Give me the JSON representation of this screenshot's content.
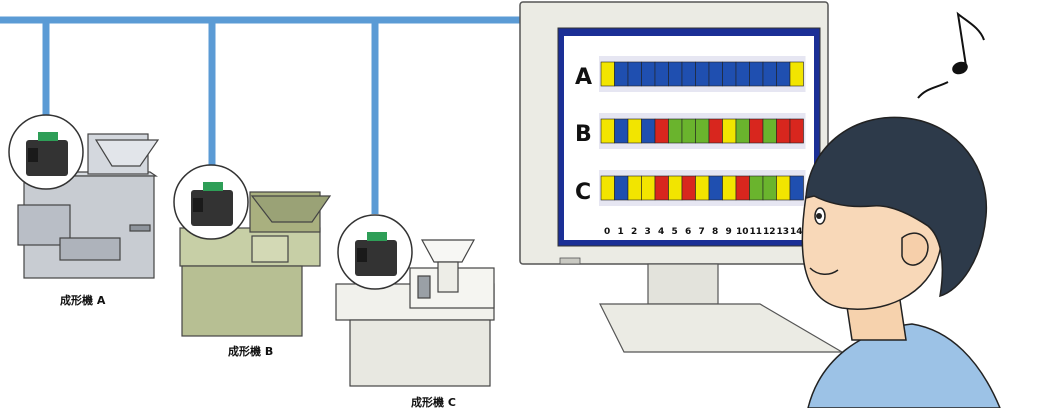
{
  "machines": [
    {
      "label": "成形機 A"
    },
    {
      "label": "成形機 B"
    },
    {
      "label": "成形機 C"
    }
  ],
  "colors": {
    "network": "#5b9bd5",
    "yellow": "#f2e500",
    "blue": "#1f4fb0",
    "green": "#6ab42d",
    "red": "#d8261e",
    "sensor": "#333333",
    "sensor_top": "#2e9e57"
  },
  "chart_data": {
    "type": "table",
    "rows": [
      {
        "name": "A",
        "cells": [
          "yellow",
          "blue",
          "blue",
          "blue",
          "blue",
          "blue",
          "blue",
          "blue",
          "blue",
          "blue",
          "blue",
          "blue",
          "blue",
          "blue",
          "yellow"
        ]
      },
      {
        "name": "B",
        "cells": [
          "yellow",
          "blue",
          "yellow",
          "blue",
          "red",
          "green",
          "green",
          "green",
          "red",
          "yellow",
          "green",
          "red",
          "green",
          "red",
          "red"
        ]
      },
      {
        "name": "C",
        "cells": [
          "yellow",
          "blue",
          "yellow",
          "yellow",
          "red",
          "yellow",
          "red",
          "yellow",
          "blue",
          "yellow",
          "red",
          "green",
          "green",
          "yellow",
          "blue"
        ]
      }
    ],
    "x_ticks": [
      "0",
      "1",
      "2",
      "3",
      "4",
      "5",
      "6",
      "7",
      "8",
      "9",
      "10",
      "11",
      "12",
      "13",
      "14"
    ]
  },
  "icons": [
    "music-note-icon"
  ]
}
